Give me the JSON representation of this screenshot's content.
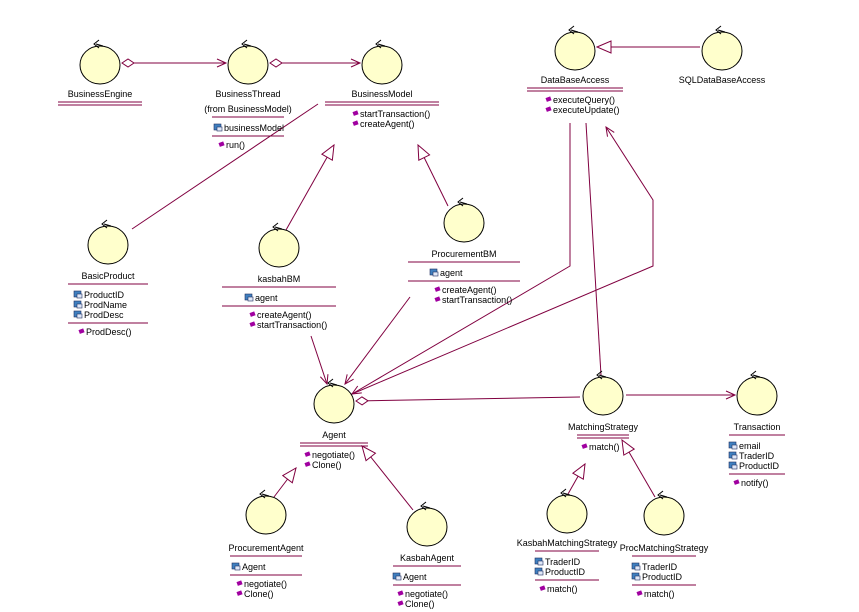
{
  "colors": {
    "line": "#800040",
    "object_fill": "#ffffcc",
    "object_stroke": "#000000",
    "op_marker": "#a000a0",
    "attr_marker": "#4080c0"
  },
  "classes": [
    {
      "id": "BusinessEngine",
      "name": "BusinessEngine",
      "from": "",
      "attributes": [],
      "operations": []
    },
    {
      "id": "BusinessThread",
      "name": "BusinessThread",
      "from": "(from BusinessModel)",
      "attributes": [
        "businessModel"
      ],
      "operations": [
        "run()"
      ]
    },
    {
      "id": "BusinessModel",
      "name": "BusinessModel",
      "from": "",
      "attributes": [],
      "operations": [
        "startTransaction()",
        "createAgent()"
      ]
    },
    {
      "id": "DataBaseAccess",
      "name": "DataBaseAccess",
      "from": "",
      "attributes": [],
      "operations": [
        "executeQuery()",
        "executeUpdate()"
      ]
    },
    {
      "id": "SQLDataBaseAccess",
      "name": "SQLDataBaseAccess",
      "from": "",
      "attributes": [],
      "operations": []
    },
    {
      "id": "BasicProduct",
      "name": "BasicProduct",
      "from": "",
      "attributes": [
        "ProductID",
        "ProdName",
        "ProdDesc"
      ],
      "operations": [
        "ProdDesc()"
      ]
    },
    {
      "id": "kasbahBM",
      "name": "kasbahBM",
      "from": "",
      "attributes": [
        "agent"
      ],
      "operations": [
        "createAgent()",
        "startTransaction()"
      ]
    },
    {
      "id": "ProcurementBM",
      "name": "ProcurementBM",
      "from": "",
      "attributes": [
        "agent"
      ],
      "operations": [
        "createAgent()",
        "startTransaction()"
      ]
    },
    {
      "id": "Agent",
      "name": "Agent",
      "from": "",
      "attributes": [],
      "operations": [
        "negotiate()",
        "Clone()"
      ]
    },
    {
      "id": "MatchingStrategy",
      "name": "MatchingStrategy",
      "from": "",
      "attributes": [],
      "operations": [
        "match()"
      ]
    },
    {
      "id": "Transaction",
      "name": "Transaction",
      "from": "",
      "attributes": [
        "email",
        "TraderID",
        "ProductID"
      ],
      "operations": [
        "notify()"
      ]
    },
    {
      "id": "ProcurementAgent",
      "name": "ProcurementAgent",
      "from": "",
      "attributes": [
        "Agent"
      ],
      "operations": [
        "negotiate()",
        "Clone()"
      ]
    },
    {
      "id": "KasbahAgent",
      "name": "KasbahAgent",
      "from": "",
      "attributes": [
        "Agent"
      ],
      "operations": [
        "negotiate()",
        "Clone()"
      ]
    },
    {
      "id": "KasbahMatchingStrategy",
      "name": "KasbahMatchingStrategy",
      "from": "",
      "attributes": [
        "TraderID",
        "ProductID"
      ],
      "operations": [
        "match()"
      ]
    },
    {
      "id": "ProcMatchingStrategy",
      "name": "ProcMatchingStrategy",
      "from": "",
      "attributes": [
        "TraderID",
        "ProductID"
      ],
      "operations": [
        "match()"
      ]
    }
  ]
}
